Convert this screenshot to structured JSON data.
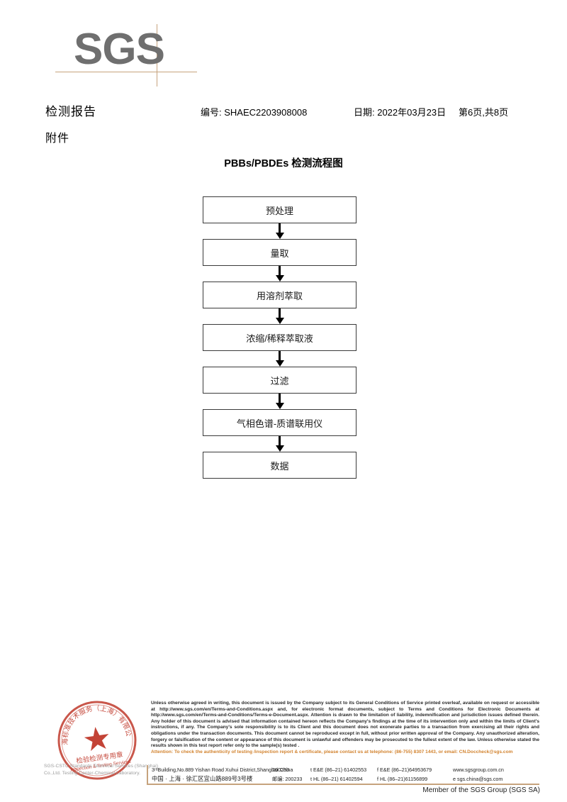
{
  "logo": {
    "text": "SGS",
    "color": "#6f6f6f",
    "rule_color": "#c6a37d"
  },
  "header": {
    "title": "检测报告",
    "attachment_label": "附件",
    "report_no": "编号: SHAEC2203908008",
    "date": "日期: 2022年03月23日",
    "page": "第6页,共8页"
  },
  "flow": {
    "title": "PBBs/PBDEs 检测流程图",
    "steps": [
      {
        "label": "预处理"
      },
      {
        "label": "量取"
      },
      {
        "label": "用溶剂萃取"
      },
      {
        "label": "浓缩/稀释萃取液"
      },
      {
        "label": "过滤"
      },
      {
        "label": "气相色谱-质谱联用仪"
      },
      {
        "label": "数据"
      }
    ]
  },
  "stamp": {
    "outer_text": "上海标准技术服务（上海）有限公司",
    "line1": "检验检测专用章",
    "line2": "Inspection & Testing Services",
    "color": "#c0392b",
    "caption": "SGS-CSTC Standards Technical Services (Shanghai) Co.,Ltd. Testing Center-Chemical Laboratory."
  },
  "footer": {
    "disclaimer": "Unless otherwise agreed in writing, this document is issued by the Company subject to its General Conditions of Service printed overleaf, available on request or accessible at http://www.sgs.com/en/Terms-and-Conditions.aspx and, for electronic format documents, subject to Terms and Conditions for Electronic Documents at http://www.sgs.com/en/Terms-and-Conditions/Terms-e-Document.aspx. Attention is drawn to the limitation of liability, indemnification and jurisdiction issues defined therein. Any holder of this document is advised that information contained hereon reflects the Company's findings at the time of its intervention only and within the limits of Client's instructions, if any. The Company's sole responsibility is to its Client and this document does not exonerate parties to a transaction from exercising all their rights and obligations under the transaction documents. This document cannot be reproduced except in full, without prior written approval of the Company. Any unauthorized alteration, forgery or falsification of the content or appearance of this document is unlawful and offenders may be prosecuted to the fullest extent of the law. Unless otherwise stated the results shown in this test report refer only to the sample(s) tested .",
    "attention": "Attention: To check the authenticity of testing /inspection report & certificate, please contact us at telephone: (86-755) 8307 1443, or email: CN.Doccheck@sgs.com",
    "attention_color": "#d2832f",
    "address_en": "3ʳᵈBuilding,No.889 Yishan Road Xuhui District,Shanghai China",
    "postcode_en": "200233",
    "phone_en": "t E&E (86–21) 61402553",
    "fax_en": "f E&E (86–21)64953679",
    "web": "www.sgsgroup.com.cn",
    "address_cn": "中国 · 上海 · 徐汇区宜山路889号3号楼",
    "postcode_cn": "邮编: 200233",
    "phone_cn": "t HL (86–21) 61402594",
    "fax_cn": "f HL (86–21)61156899",
    "email": "e  sgs.china@sgs.com",
    "member": "Member of the SGS Group (SGS SA)",
    "rule_color": "#c6a37d"
  }
}
